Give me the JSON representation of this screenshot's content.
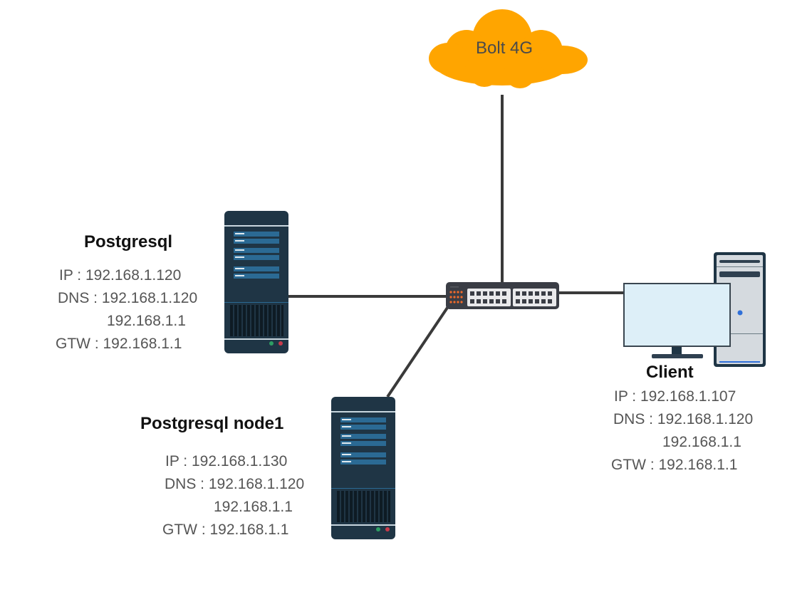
{
  "cloud": {
    "label": "Bolt 4G",
    "color": "#FFA500"
  },
  "nodes": {
    "postgresql": {
      "title": "Postgresql",
      "ip": "IP : 192.168.1.120",
      "dns": "DNS : 192.168.1.120",
      "dns2": "192.168.1.1",
      "gtw": "GTW : 192.168.1.1"
    },
    "node1": {
      "title": "Postgresql node1",
      "ip": "IP : 192.168.1.130",
      "dns": "DNS : 192.168.1.120",
      "dns2": "192.168.1.1",
      "gtw": "GTW : 192.168.1.1"
    },
    "client": {
      "title": "Client",
      "ip": "IP : 192.168.1.107",
      "dns": "DNS : 192.168.1.120",
      "dns2": "192.168.1.1",
      "gtw": "GTW : 192.168.1.1"
    }
  },
  "colors": {
    "server_body": "#1F3545",
    "server_slot": "#2B6A94",
    "link": "#3A3A3A",
    "switch_body": "#3A3D45",
    "switch_led": "#F26B2A",
    "monitor_screen": "#DDEFF8",
    "tower": "#D5DADF"
  }
}
